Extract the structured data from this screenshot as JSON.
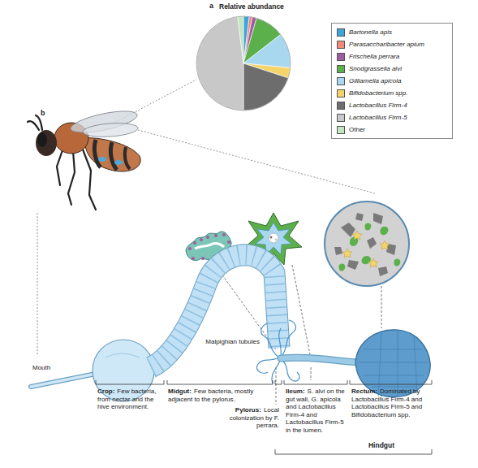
{
  "diagram": {
    "labels": [
      "a",
      "Relative abundance",
      "b",
      "Mouth",
      "Malpighian tubules",
      "Crop:",
      "Few bacteria, from nectar and the hive environment.",
      "Midgut:",
      "Few bacteria, mostly adjacent to the pylorus.",
      "Pylorus:",
      "Local colonization by F. perrara.",
      "Ileum:",
      "S. alvi on the gut wall, G. apicola and Lactobacillus Firm-4 and Lactobacillus Firm-5 in the lumen.",
      "Rectum:",
      "Dominated by Lactobacillus Firm-4 and Lactobacillus Firm-5 and Bifidobacterium spp.",
      "Hindgut"
    ],
    "legend": [
      {
        "text": "Bartonella apis",
        "color": "#3ea4dc"
      },
      {
        "text": "Parasaccharibacter apium",
        "color": "#f08a7a"
      },
      {
        "text": "Frischella perrara",
        "color": "#a05ca0"
      },
      {
        "text": "Snodgrassella alvi",
        "color": "#5cb04c"
      },
      {
        "text": "Gilliamella apicola",
        "color": "#a8d8f0"
      },
      {
        "text": "Bifidobacterium spp.",
        "color": "#f5d46a"
      },
      {
        "text": "Lactobacillus Firm-4",
        "color": "#6d6d6d"
      },
      {
        "text": "Lactobacillus Firm-5",
        "color": "#c8c8c8"
      },
      {
        "text": "Other",
        "color": "#c4e4c0"
      }
    ]
  }
}
